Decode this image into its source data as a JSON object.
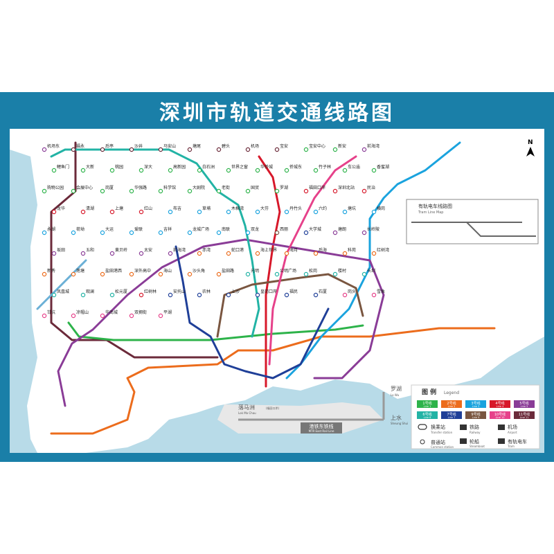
{
  "title": "深圳市轨道交通线路图",
  "compass": "N",
  "colors": {
    "frame": "#1a7fa8",
    "sea": "#b8dbe8",
    "land": "#ffffff",
    "line1": "#2db34a",
    "line2": "#ec6c1c",
    "line3": "#1aa3de",
    "line4": "#d7182a",
    "line5": "#8a3c97",
    "line6": "#22b3a5",
    "line7": "#1f3f98",
    "line9": "#7a5640",
    "line10": "#e6418a",
    "line11": "#6b2a3a",
    "line20": "#6bb0d6",
    "tram": "#666666"
  },
  "line_badges": [
    {
      "num": "1号线",
      "en": "Line 1",
      "color": "#2db34a"
    },
    {
      "num": "2号线",
      "en": "Line 2",
      "color": "#ec6c1c"
    },
    {
      "num": "3号线",
      "en": "Line 3",
      "color": "#1aa3de"
    },
    {
      "num": "4号线",
      "en": "Line 4",
      "color": "#d7182a"
    },
    {
      "num": "5号线",
      "en": "Line 5",
      "color": "#8a3c97"
    },
    {
      "num": "6号线",
      "en": "Line 6",
      "color": "#22b3a5"
    },
    {
      "num": "7号线",
      "en": "Line 7",
      "color": "#1f3f98"
    },
    {
      "num": "9号线",
      "en": "Line 9",
      "color": "#7a5640"
    },
    {
      "num": "10号线",
      "en": "Line 10",
      "color": "#e6418a"
    },
    {
      "num": "11号线",
      "en": "Line 11",
      "color": "#6b2a3a"
    }
  ],
  "legend": {
    "title": "图 例",
    "title_en": "Legend",
    "interchange": "换乘站",
    "interchange_en": "Transfer station",
    "normal": "普通站",
    "normal_en": "Common station",
    "railway": "铁路",
    "railway_en": "Railway",
    "ferry": "轮船",
    "ferry_en": "Steamboat",
    "airport": "机场",
    "airport_en": "Airport",
    "tram": "有轨电车",
    "tram_en": "Tram"
  },
  "tram_map": {
    "title": "有轨电车线路图",
    "title_en": "Tram Line Map"
  },
  "east_rail": {
    "name": "港铁东铁线",
    "en": "MTR East Rail Line",
    "stations": [
      {
        "cn": "罗湖",
        "en": "Lo Wu"
      },
      {
        "cn": "上水",
        "en": "Sheung Shui"
      },
      {
        "cn": "落马洲",
        "en": "Lok Ma Chau"
      },
      {
        "cn": "(福田口岸)",
        "en": "(Futian Checkpoint)"
      }
    ]
  },
  "stations": [
    {
      "name": "机场东",
      "c": "#8a3c97"
    },
    {
      "name": "福永",
      "c": "#6b2a3a"
    },
    {
      "name": "后亭",
      "c": "#6b2a3a"
    },
    {
      "name": "沙井",
      "c": "#6b2a3a"
    },
    {
      "name": "马安山",
      "c": "#6b2a3a"
    },
    {
      "name": "塘尾",
      "c": "#6b2a3a"
    },
    {
      "name": "碧头",
      "c": "#6b2a3a"
    },
    {
      "name": "机场",
      "c": "#6b2a3a"
    },
    {
      "name": "宝安",
      "c": "#6b2a3a"
    },
    {
      "name": "宝安中心",
      "c": "#2db34a"
    },
    {
      "name": "新安",
      "c": "#2db34a"
    },
    {
      "name": "前海湾",
      "c": "#8a3c97"
    },
    {
      "name": "鲤鱼门",
      "c": "#2db34a"
    },
    {
      "name": "大新",
      "c": "#2db34a"
    },
    {
      "name": "桃园",
      "c": "#2db34a"
    },
    {
      "name": "深大",
      "c": "#2db34a"
    },
    {
      "name": "高新园",
      "c": "#2db34a"
    },
    {
      "name": "白石洲",
      "c": "#2db34a"
    },
    {
      "name": "世界之窗",
      "c": "#2db34a"
    },
    {
      "name": "华侨城",
      "c": "#2db34a"
    },
    {
      "name": "侨城东",
      "c": "#2db34a"
    },
    {
      "name": "竹子林",
      "c": "#2db34a"
    },
    {
      "name": "车公庙",
      "c": "#2db34a"
    },
    {
      "name": "香蜜湖",
      "c": "#2db34a"
    },
    {
      "name": "购物公园",
      "c": "#2db34a"
    },
    {
      "name": "会展中心",
      "c": "#2db34a"
    },
    {
      "name": "岗厦",
      "c": "#2db34a"
    },
    {
      "name": "华强路",
      "c": "#2db34a"
    },
    {
      "name": "科学馆",
      "c": "#2db34a"
    },
    {
      "name": "大剧院",
      "c": "#2db34a"
    },
    {
      "name": "老街",
      "c": "#2db34a"
    },
    {
      "name": "国贸",
      "c": "#2db34a"
    },
    {
      "name": "罗湖",
      "c": "#2db34a"
    },
    {
      "name": "福田口岸",
      "c": "#d7182a"
    },
    {
      "name": "深圳北站",
      "c": "#d7182a"
    },
    {
      "name": "民治",
      "c": "#d7182a"
    },
    {
      "name": "龙华",
      "c": "#d7182a"
    },
    {
      "name": "清湖",
      "c": "#d7182a"
    },
    {
      "name": "上塘",
      "c": "#d7182a"
    },
    {
      "name": "红山",
      "c": "#d7182a"
    },
    {
      "name": "布吉",
      "c": "#1aa3de"
    },
    {
      "name": "草埔",
      "c": "#1aa3de"
    },
    {
      "name": "木棉湾",
      "c": "#1aa3de"
    },
    {
      "name": "大芬",
      "c": "#1aa3de"
    },
    {
      "name": "丹竹头",
      "c": "#1aa3de"
    },
    {
      "name": "六约",
      "c": "#1aa3de"
    },
    {
      "name": "塘坑",
      "c": "#1aa3de"
    },
    {
      "name": "横岗",
      "c": "#1aa3de"
    },
    {
      "name": "永湖",
      "c": "#1aa3de"
    },
    {
      "name": "荷坳",
      "c": "#1aa3de"
    },
    {
      "name": "大运",
      "c": "#1aa3de"
    },
    {
      "name": "爱联",
      "c": "#1aa3de"
    },
    {
      "name": "吉祥",
      "c": "#1aa3de"
    },
    {
      "name": "龙城广场",
      "c": "#1aa3de"
    },
    {
      "name": "南联",
      "c": "#1aa3de"
    },
    {
      "name": "双龙",
      "c": "#1aa3de"
    },
    {
      "name": "西丽",
      "c": "#7a5640"
    },
    {
      "name": "大学城",
      "c": "#1f3f98"
    },
    {
      "name": "塘朗",
      "c": "#8a3c97"
    },
    {
      "name": "长岭陂",
      "c": "#8a3c97"
    },
    {
      "name": "坂田",
      "c": "#8a3c97"
    },
    {
      "name": "五和",
      "c": "#8a3c97"
    },
    {
      "name": "黄贝岭",
      "c": "#8a3c97"
    },
    {
      "name": "太安",
      "c": "#8a3c97"
    },
    {
      "name": "前海湾",
      "c": "#8a3c97"
    },
    {
      "name": "赤湾",
      "c": "#ec6c1c"
    },
    {
      "name": "蛇口港",
      "c": "#ec6c1c"
    },
    {
      "name": "海上世界",
      "c": "#ec6c1c"
    },
    {
      "name": "海月",
      "c": "#ec6c1c"
    },
    {
      "name": "后海",
      "c": "#ec6c1c"
    },
    {
      "name": "科苑",
      "c": "#ec6c1c"
    },
    {
      "name": "红树湾",
      "c": "#ec6c1c"
    },
    {
      "name": "新秀",
      "c": "#ec6c1c"
    },
    {
      "name": "莲塘",
      "c": "#ec6c1c"
    },
    {
      "name": "盐田港西",
      "c": "#ec6c1c"
    },
    {
      "name": "深外高中",
      "c": "#ec6c1c"
    },
    {
      "name": "海山",
      "c": "#ec6c1c"
    },
    {
      "name": "沙头角",
      "c": "#ec6c1c"
    },
    {
      "name": "盐田路",
      "c": "#ec6c1c"
    },
    {
      "name": "光明",
      "c": "#22b3a5"
    },
    {
      "name": "公明广场",
      "c": "#22b3a5"
    },
    {
      "name": "松岗",
      "c": "#22b3a5"
    },
    {
      "name": "楼村",
      "c": "#22b3a5"
    },
    {
      "name": "长圳",
      "c": "#22b3a5"
    },
    {
      "name": "凤凰城",
      "c": "#22b3a5"
    },
    {
      "name": "观澜",
      "c": "#22b3a5"
    },
    {
      "name": "松元厦",
      "c": "#22b3a5"
    },
    {
      "name": "红树林",
      "c": "#d7182a"
    },
    {
      "name": "安托山",
      "c": "#1f3f98"
    },
    {
      "name": "农林",
      "c": "#1f3f98"
    },
    {
      "name": "上沙",
      "c": "#1f3f98"
    },
    {
      "name": "皇岗口岸",
      "c": "#1f3f98"
    },
    {
      "name": "福民",
      "c": "#1f3f98"
    },
    {
      "name": "石厦",
      "c": "#1f3f98"
    },
    {
      "name": "岗头",
      "c": "#e6418a"
    },
    {
      "name": "雪象",
      "c": "#e6418a"
    },
    {
      "name": "甘坑",
      "c": "#e6418a"
    },
    {
      "name": "凉帽山",
      "c": "#e6418a"
    },
    {
      "name": "华南城",
      "c": "#e6418a"
    },
    {
      "name": "双拥街",
      "c": "#e6418a"
    },
    {
      "name": "平湖",
      "c": "#e6418a"
    }
  ]
}
